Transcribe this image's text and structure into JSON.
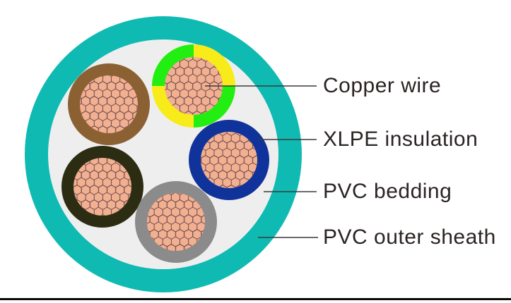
{
  "labels": [
    {
      "text": "Copper wire"
    },
    {
      "text": "XLPE insulation"
    },
    {
      "text": "PVC bedding"
    },
    {
      "text": "PVC outer sheath"
    }
  ],
  "colors": {
    "outer_sheath": "#0fbab3",
    "bedding": "#efeeee",
    "copper": "#f2b091",
    "copper_strand_line": "#6e4c50",
    "insulation_brown": "#8b6134",
    "insulation_green": "#23ee12",
    "insulation_yellow": "#f7eb19",
    "insulation_blue": "#10339b",
    "insulation_black": "#2c2c13",
    "insulation_gray": "#8b8b8b",
    "leader_line": "#3a3a3a",
    "label_text": "#2b2423",
    "bottom_rule": "#0a0a0a"
  }
}
